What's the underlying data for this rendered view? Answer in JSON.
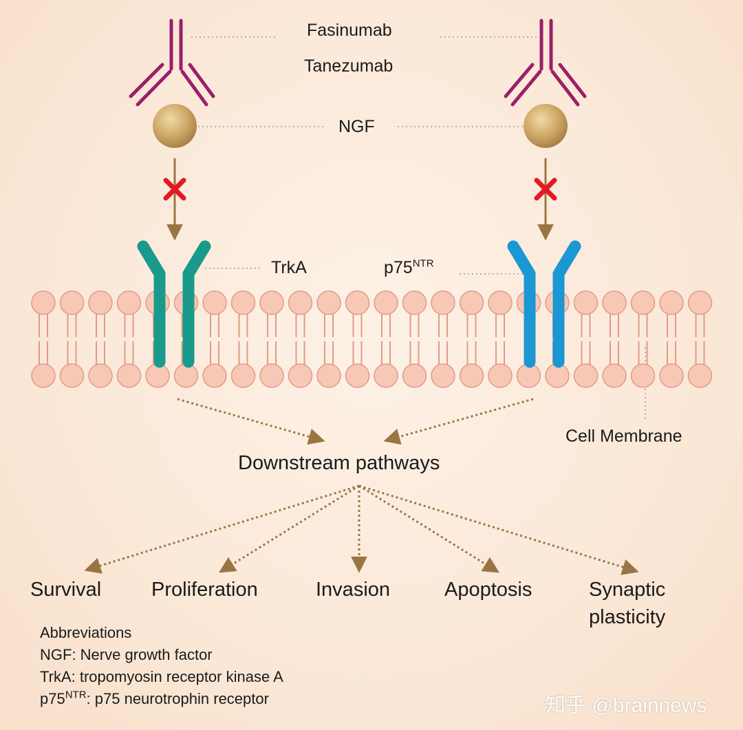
{
  "labels": {
    "fasinumab": "Fasinumab",
    "tanezumab": "Tanezumab",
    "ngf": "NGF",
    "trka": "TrkA",
    "p75_base": "p75",
    "p75_sup": "NTR",
    "cell_membrane": "Cell Membrane",
    "downstream": "Downstream pathways"
  },
  "outcomes": [
    "Survival",
    "Proliferation",
    "Invasion",
    "Apoptosis",
    "Synaptic",
    "plasticity"
  ],
  "abbreviations": {
    "title": "Abbreviations",
    "ngf": "NGF: Nerve growth factor",
    "trka": "TrkA: tropomyosin receptor kinase A",
    "p75_base": "p75",
    "p75_sup": "NTR",
    "p75_rest": ": p75 neurotrophin receptor"
  },
  "watermark": "知乎 @brainnews",
  "colors": {
    "antibody": "#9b1f6a",
    "ngf_ball": "#c9a261",
    "arrow": "#9a7543",
    "block_x": "#e21b23",
    "trka": "#1a9a8a",
    "p75": "#1b97d4",
    "lipid_head": "#f7c8b5",
    "lipid_stroke": "#e29a86",
    "guide": "#b0b0b0"
  },
  "icons": [
    "antibody-icon",
    "ngf-ball-icon",
    "block-x-icon",
    "trka-receptor-icon",
    "p75-receptor-icon",
    "lipid-bilayer"
  ]
}
